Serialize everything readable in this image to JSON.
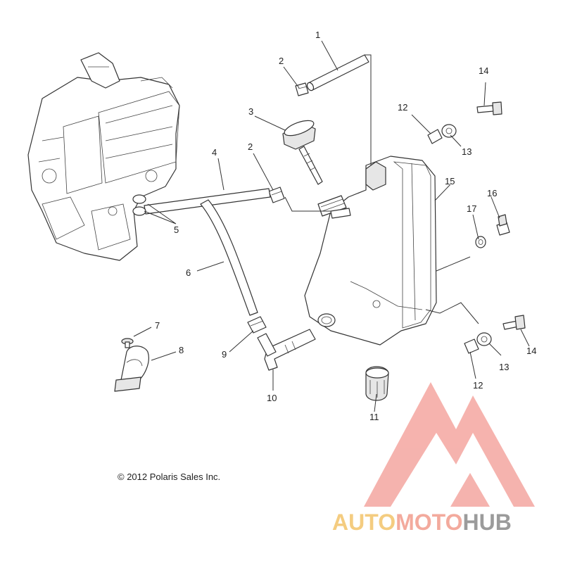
{
  "callouts": [
    "1",
    "2",
    "3",
    "2",
    "4",
    "5",
    "6",
    "7",
    "8",
    "9",
    "10",
    "11",
    "12",
    "13",
    "14",
    "15",
    "16",
    "17",
    "12",
    "13",
    "14"
  ],
  "copyright": "© 2012 Polaris Sales Inc.",
  "watermark": {
    "word1": "AUTO",
    "word2": "MOTO",
    "word3": "HUB",
    "color1": "#f3c46b",
    "color2": "#f29c8c",
    "color3": "#8a8a8a",
    "logo_color": "#f4a6a0"
  }
}
